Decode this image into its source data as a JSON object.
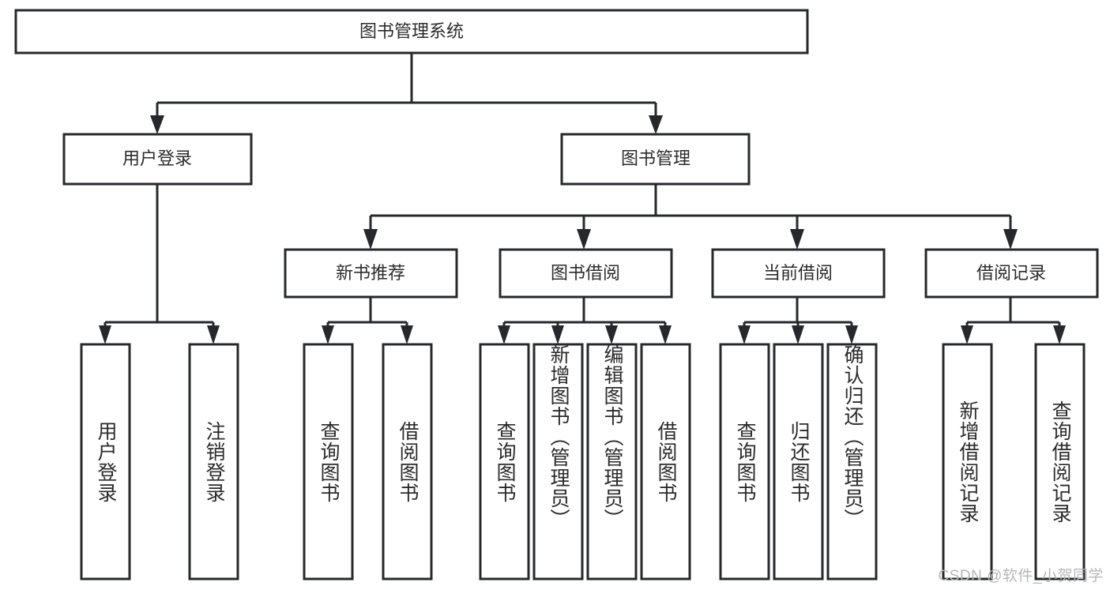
{
  "diagram": {
    "type": "hierarchy-tree",
    "orientation": "top-down",
    "title": "图书管理系统",
    "watermark": "CSDN @软件_小贺同学",
    "colors": {
      "stroke": "#26282b",
      "fill": "#ffffff",
      "text": "#2b2b2b",
      "watermark": "#b7b7b7",
      "background": "#ffffff"
    },
    "levels": 3,
    "root": {
      "id": "root",
      "label": "图书管理系统",
      "orientation": "horizontal"
    },
    "level2": [
      {
        "id": "user-login",
        "label": "用户登录",
        "orientation": "horizontal"
      },
      {
        "id": "book-management",
        "label": "图书管理",
        "orientation": "horizontal"
      }
    ],
    "level3": [
      {
        "id": "new-book-recommend",
        "label": "新书推荐",
        "parent": "book-management",
        "orientation": "horizontal"
      },
      {
        "id": "book-borrow",
        "label": "图书借阅",
        "parent": "book-management",
        "orientation": "horizontal"
      },
      {
        "id": "current-borrow",
        "label": "当前借阅",
        "parent": "book-management",
        "orientation": "horizontal"
      },
      {
        "id": "borrow-record",
        "label": "借阅记录",
        "parent": "book-management",
        "orientation": "horizontal"
      }
    ],
    "leaves": [
      {
        "id": "leaf-user-login",
        "label": "用户登录",
        "parent": "user-login",
        "orientation": "vertical"
      },
      {
        "id": "leaf-user-logout",
        "label": "注销登录",
        "parent": "user-login",
        "orientation": "vertical"
      },
      {
        "id": "leaf-query-book-1",
        "label": "查询图书",
        "parent": "new-book-recommend",
        "orientation": "vertical"
      },
      {
        "id": "leaf-borrow-book-1",
        "label": "借阅图书",
        "parent": "new-book-recommend",
        "orientation": "vertical"
      },
      {
        "id": "leaf-query-book-2",
        "label": "查询图书",
        "parent": "book-borrow",
        "orientation": "vertical"
      },
      {
        "id": "leaf-add-book",
        "label": "新增图书（管理员）",
        "parent": "book-borrow",
        "orientation": "vertical"
      },
      {
        "id": "leaf-edit-book",
        "label": "编辑图书（管理员）",
        "parent": "book-borrow",
        "orientation": "vertical"
      },
      {
        "id": "leaf-borrow-book-2",
        "label": "借阅图书",
        "parent": "book-borrow",
        "orientation": "vertical"
      },
      {
        "id": "leaf-query-book-3",
        "label": "查询图书",
        "parent": "current-borrow",
        "orientation": "vertical"
      },
      {
        "id": "leaf-return-book",
        "label": "归还图书",
        "parent": "current-borrow",
        "orientation": "vertical"
      },
      {
        "id": "leaf-confirm-return",
        "label": "确认归还（管理员）",
        "parent": "current-borrow",
        "orientation": "vertical"
      },
      {
        "id": "leaf-add-record",
        "label": "新增借阅记录",
        "parent": "borrow-record",
        "orientation": "vertical"
      },
      {
        "id": "leaf-query-record",
        "label": "查询借阅记录",
        "parent": "borrow-record",
        "orientation": "vertical"
      }
    ]
  }
}
